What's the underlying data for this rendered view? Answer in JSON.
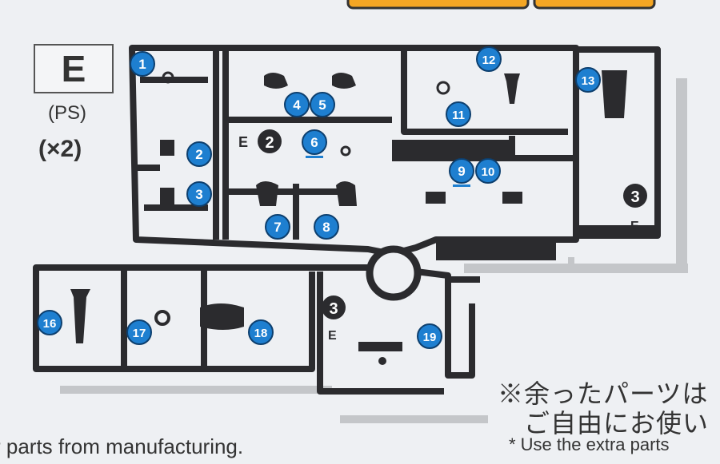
{
  "sprue": {
    "letter": "E",
    "material": "(PS)",
    "quantity": "(×2)",
    "frame_marks": [
      {
        "prefix": "E",
        "number": "2"
      },
      {
        "prefix": "E",
        "number": "3"
      },
      {
        "prefix": "E",
        "number": "3"
      }
    ],
    "part_numbers": [
      "1",
      "2",
      "3",
      "4",
      "5",
      "6",
      "7",
      "8",
      "9",
      "10",
      "11",
      "12",
      "13",
      "16",
      "17",
      "18",
      "19"
    ],
    "underlined": [
      "6",
      "9"
    ]
  },
  "notes": {
    "japanese_line1": "※余ったパーツは",
    "japanese_line2": "ご自由にお使い",
    "english": "* Use the extra parts"
  },
  "footer": {
    "text": "r parts from manufacturing."
  },
  "colors": {
    "background": "#eef0f3",
    "runner": "#2b2b2e",
    "badge": "#1e7fd0",
    "badge_border": "#0d3f6e",
    "text": "#333333"
  }
}
